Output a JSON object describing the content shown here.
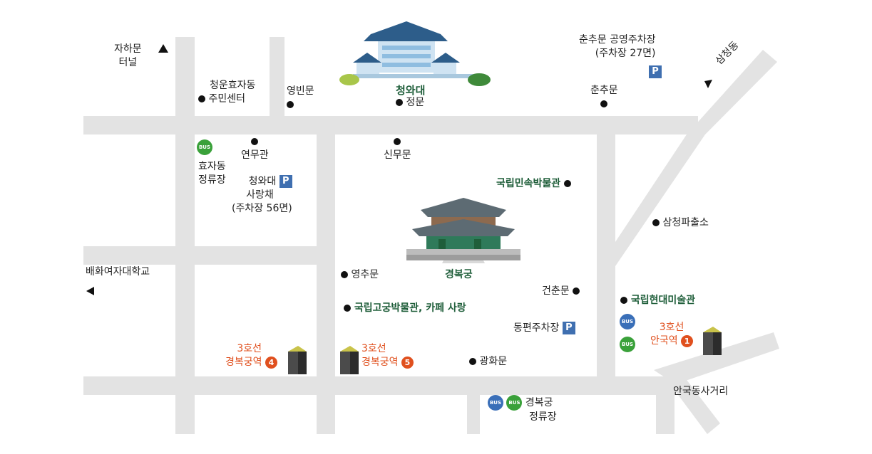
{
  "labels": {
    "jahamun_tunnel_1": "자하문",
    "jahamun_tunnel_2": "터널",
    "hyoja_center_1": "청운효자동",
    "hyoja_center_2": "주민센터",
    "yeongbinmun": "영빈문",
    "cheongwadae": "청와대",
    "jeongmun": "정문",
    "chunchumun_parking_1": "춘추문 공영주차장",
    "chunchumun_parking_2": "(주차장 27면)",
    "chunchumun": "춘추문",
    "samcheong_dong": "삼청동",
    "yeonmugwan": "연무관",
    "sinmumun": "신무문",
    "hyojadong_stop_1": "효자동",
    "hyojadong_stop_2": "정류장",
    "sarangchae_1": "청와대",
    "sarangchae_2": "사랑채",
    "sarangchae_3": "(주차장 56면)",
    "folk_museum": "국립민속박물관",
    "samcheong_police": "삼청파출소",
    "baehwa_1": "배화여자대학교",
    "yeongchumun": "영추문",
    "gyeongbokgung": "경복궁",
    "geonchunmun": "건춘문",
    "palace_museum": "국립고궁박물관, 카페 사랑",
    "mmca": "국립현대미술관",
    "east_parking": "동편주차장",
    "anguk_line": "3호선",
    "anguk_station": "안국역",
    "anguk_exit": "1",
    "gb4_line": "3호선",
    "gb4_station": "경복궁역",
    "gb4_exit": "4",
    "gb5_line": "3호선",
    "gb5_station": "경복궁역",
    "gb5_exit": "5",
    "gwanghwamun": "광화문",
    "gb_stop_1": "경복궁",
    "gb_stop_2": "정류장",
    "anguk_intersection": "안국동사거리",
    "bus": "BUS",
    "parking": "P"
  },
  "colors": {
    "road": "#e3e3e3",
    "green_text": "#1f5e3a",
    "orange_text": "#e0501e",
    "parking": "#3f6fb0",
    "bus_green": "#3aa13a",
    "bus_blue": "#3a6fb8"
  }
}
